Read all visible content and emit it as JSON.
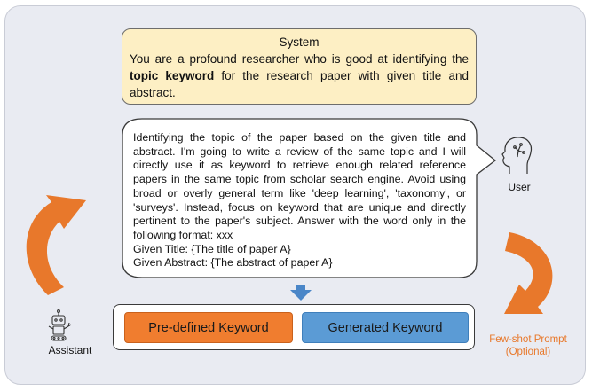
{
  "system": {
    "title": "System",
    "text_before": "You are a profound researcher who is good at identifying the ",
    "text_bold": "topic keyword",
    "text_after": " for the research paper with given title and abstract."
  },
  "prompt": {
    "paragraph": "Identifying the topic of the paper based on the given title and abstract. I'm going to write a review of the same topic and I will directly use it as keyword to retrieve enough related reference papers in the same topic from scholar search engine.  Avoid using broad or overly general term like 'deep learning', 'taxonomy', or 'surveys'. Instead, focus on keyword that are unique and directly pertinent to the paper's subject. Answer with the word only in the following format: xxx",
    "given_title": "Given Title: {The title of paper A}",
    "given_abstract": "Given Abstract: {The abstract of paper A}"
  },
  "keywords": {
    "predefined": "Pre-defined Keyword",
    "generated": "Generated Keyword"
  },
  "labels": {
    "user": "User",
    "assistant": "Assistant",
    "fewshot_line1": "Few-shot Prompt",
    "fewshot_line2": "(Optional)"
  },
  "colors": {
    "system_fill": "#fdefc4",
    "predefined_fill": "#f07d2f",
    "generated_fill": "#5b9bd5",
    "arrow_orange": "#e8782b",
    "arrow_blue": "#4a86c8",
    "panel_fill": "#e9ebf2"
  },
  "icons": {
    "user": "user-head-brain-icon",
    "assistant": "robot-icon"
  }
}
